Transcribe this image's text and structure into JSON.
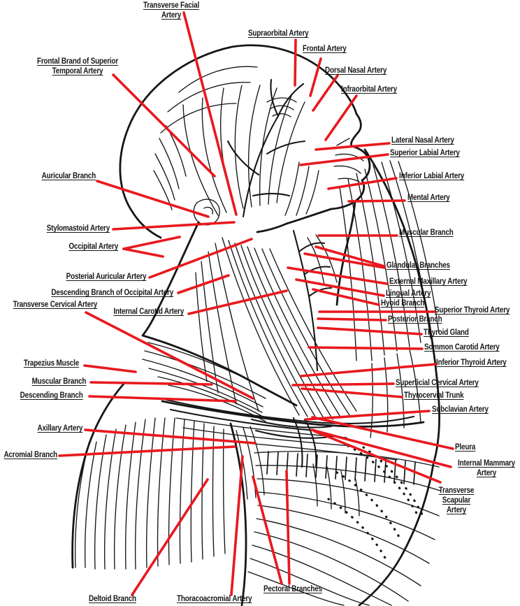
{
  "diagram": {
    "type": "anatomical-diagram",
    "subject": "Arteries of the head, neck and upper thorax shown on an engraving-style dissection figure in right profile",
    "label_count": 41
  },
  "colors": {
    "leader_line": "#e8191f",
    "ink": "#161616",
    "paper": "#ffffff",
    "label_text": "#181818"
  },
  "labels": [
    {
      "id": "transverse-facial-artery",
      "text": "Transverse Facial Artery"
    },
    {
      "id": "frontal-brand-of-superior-temporal-artery",
      "text": "Frontal Brand of Superior",
      "text2": "Temporal Artery"
    },
    {
      "id": "supraorbital-artery",
      "text": "Supraorbital Artery"
    },
    {
      "id": "frontal-artery",
      "text": "Frontal Artery"
    },
    {
      "id": "dorsal-nasal-artery",
      "text": "Dorsal Nasal Artery"
    },
    {
      "id": "infraorbital-artery",
      "text": "Infraorbital Artery"
    },
    {
      "id": "lateral-nasal-artery",
      "text": "Lateral Nasal Artery"
    },
    {
      "id": "superior-labial-artery",
      "text": "Superior Labial Artery"
    },
    {
      "id": "inferior-labial-artery",
      "text": "Inferior Labial Artery"
    },
    {
      "id": "mental-artery",
      "text": "Mental Artery"
    },
    {
      "id": "auricular-branch",
      "text": "Auricular Branch"
    },
    {
      "id": "stylomastoid-artery",
      "text": "Stylomastoid Artery"
    },
    {
      "id": "occipital-artery",
      "text": "Occipital Artery"
    },
    {
      "id": "muscular-branch-right",
      "text": "Muscular Branch"
    },
    {
      "id": "glandular-branches",
      "text": "Glandular Branches"
    },
    {
      "id": "posterial-auricular-artery",
      "text": "Posterial Auricular Artery"
    },
    {
      "id": "external-maxillary-artery",
      "text": "External Maxillary Artery"
    },
    {
      "id": "descending-branch-of-occipital-artery",
      "text": "Descending Branch of Occipital Artery"
    },
    {
      "id": "lingual-artery",
      "text": "Lingual Artery"
    },
    {
      "id": "transverse-cervical-artery",
      "text": "Transverse Cervical Artery"
    },
    {
      "id": "internal-carotid-artery",
      "text": "Internal Carotid Artery"
    },
    {
      "id": "hyoid-branch",
      "text": "Hyoid Branch"
    },
    {
      "id": "superior-thyroid-artery",
      "text": "Superior Thyroid Artery"
    },
    {
      "id": "posterior-branch",
      "text": "Posterior Branch"
    },
    {
      "id": "thyroid-gland",
      "text": "Thyroid Gland"
    },
    {
      "id": "sommon-carotid-artery",
      "text": "Sommon Carotid Artery"
    },
    {
      "id": "trapezius-muscle",
      "text": "Trapezius Muscle"
    },
    {
      "id": "inferior-thyroid-artery",
      "text": "Inferior Thyroid Artery"
    },
    {
      "id": "muscular-branch-left",
      "text": "Muscular Branch"
    },
    {
      "id": "superficial-cervical-artery",
      "text": "Superficial Cervical Artery"
    },
    {
      "id": "descending-branch",
      "text": "Descending Branch"
    },
    {
      "id": "thyrocervial-trunk",
      "text": "Thyrocervial Trunk"
    },
    {
      "id": "subclavian-artery",
      "text": "Subclavian Artery"
    },
    {
      "id": "axillary-artery",
      "text": "Axillary Artery"
    },
    {
      "id": "acromial-branch",
      "text": "Acromial Branch"
    },
    {
      "id": "pleura",
      "text": "Pleura"
    },
    {
      "id": "internal-mammary-artery",
      "text": "Internal Mammary",
      "text2": "Artery"
    },
    {
      "id": "transverse-scapular-artery",
      "text": "Transverse Scapular",
      "text2": "Artery"
    },
    {
      "id": "deltoid-branch",
      "text": "Deltoid Branch"
    },
    {
      "id": "thoracoacromial-artery",
      "text": "Thoracoacromial Artery"
    },
    {
      "id": "pectoral-branches",
      "text": "Pectoral Branches"
    }
  ]
}
